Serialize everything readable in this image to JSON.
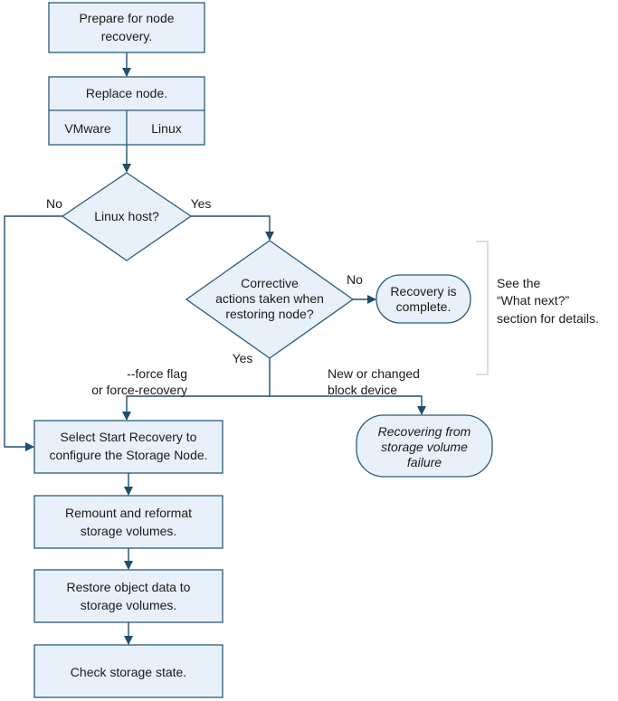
{
  "nodes": {
    "prepare": [
      "Prepare for node",
      "recovery."
    ],
    "replace": "Replace node.",
    "vmware": "VMware",
    "linux": "Linux",
    "linux_host": "Linux host?",
    "corrective": [
      "Corrective",
      "actions taken when",
      "restoring node?"
    ],
    "recovery_complete": [
      "Recovery is",
      "complete."
    ],
    "select_start": [
      "Select Start Recovery to",
      "configure the Storage Node."
    ],
    "remount": [
      "Remount and reformat",
      "storage volumes."
    ],
    "restore": [
      "Restore object data to",
      "storage volumes."
    ],
    "check": "Check storage state.",
    "recovering_failure": [
      "Recovering from",
      "storage volume",
      "failure"
    ]
  },
  "edge_labels": {
    "linux_no": "No",
    "linux_yes": "Yes",
    "corrective_no": "No",
    "corrective_yes": "Yes",
    "force": [
      "--force flag",
      "or force-recovery"
    ],
    "block": [
      "New or changed",
      "block device"
    ]
  },
  "note": [
    "See the",
    "“What next?”",
    "section for details."
  ],
  "colors": {
    "box_fill": "#e8f1fa",
    "box_stroke": "#2a5a7e",
    "line": "#1f4e6f"
  }
}
